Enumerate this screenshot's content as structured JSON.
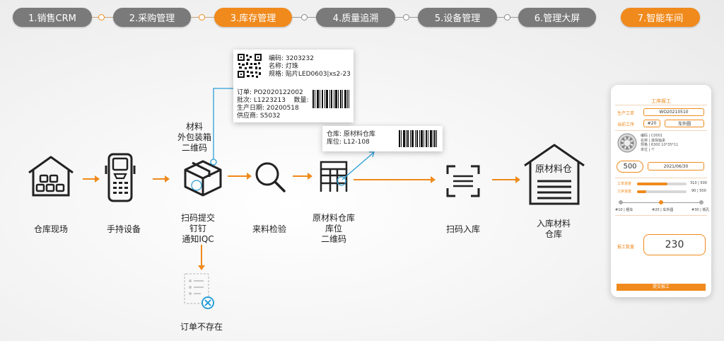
{
  "steps": [
    {
      "label": "1.销售CRM",
      "active": false
    },
    {
      "label": "2.采购管理",
      "active": false
    },
    {
      "label": "3.库存管理",
      "active": true
    },
    {
      "label": "4.质量追溯",
      "active": false
    },
    {
      "label": "5.设备管理",
      "active": false
    },
    {
      "label": "6.管理大屏",
      "active": false
    },
    {
      "label": "7.智能车间",
      "active": true
    }
  ],
  "flow": {
    "warehouse_site": "仓库现场",
    "handheld": "手持设备",
    "material_box_caption": [
      "材料",
      "外包装箱",
      "二维码"
    ],
    "scan_submit": [
      "扫码提交",
      "钉钉",
      "通知IQC"
    ],
    "inspection": "来料检验",
    "raw_location": [
      "原材料仓库",
      "库位",
      "二维码"
    ],
    "scan_in": "扫码入库",
    "warehouse_name": "原材料仓",
    "warehouse_in": [
      "入库材料",
      "仓库"
    ],
    "order_missing": "订单不存在"
  },
  "material_card": {
    "code": "编码:  3203232",
    "name": "名称:  灯珠",
    "spec": "规格:  贴片LED0603|xs2-23",
    "order": "订单:  PO2020122002",
    "batch": "批次:  L1223213",
    "quantity": "数量:",
    "date": "生产日期:  20200518",
    "supplier": "供应商:  S5032"
  },
  "location_card": {
    "warehouse": "仓库:  原材料仓库",
    "location": "库位:  L12-108"
  },
  "phone": {
    "title": "工序报工",
    "order_label": "生产工单",
    "order_value": "WO20210510",
    "process_label": "当前工序",
    "process_no": "#20",
    "process_name": "车外圆",
    "info_code": "编码 | C0001",
    "info_name": "名称 | 滚珠轴承",
    "info_spec": "规格 | 6300 10*35*11",
    "info_unit": "单位 | 个",
    "qty": "500",
    "date": "2021/06/30",
    "progress1_label": "工单进度",
    "progress1_value": "310 | 500",
    "progress1_ratio": 0.62,
    "progress2_label": "工序进度",
    "progress2_value": "90 | 500",
    "progress2_ratio": 0.18,
    "node1": "#10 | 粗车",
    "node2": "#20 | 车外圆",
    "node3": "#30 | 铣孔",
    "report_label": "报工数量",
    "report_value": "230",
    "submit": "提交报工"
  },
  "colors": {
    "accent": "#f08a1c",
    "step_gray": "#7a7a7a",
    "link_blue": "#2a9fd6"
  }
}
